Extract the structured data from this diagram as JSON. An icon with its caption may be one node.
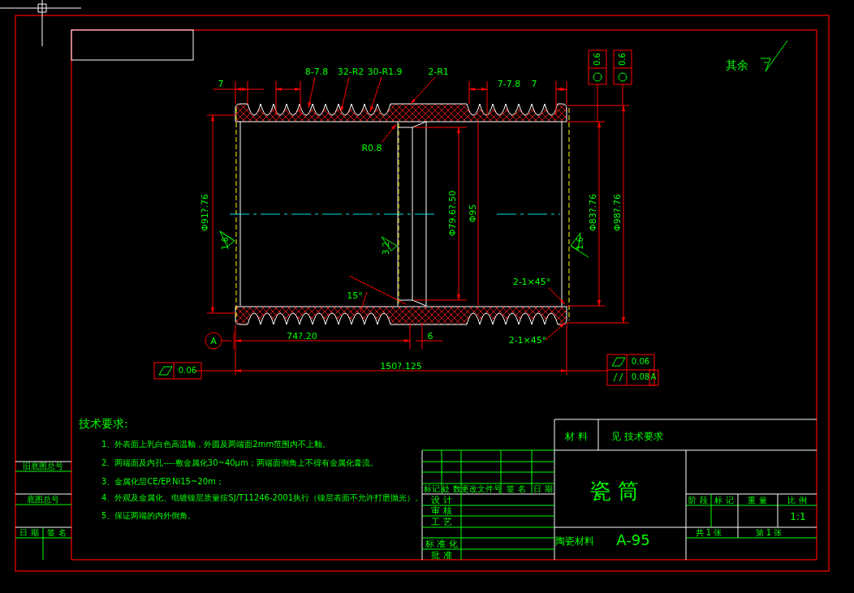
{
  "diagram": {
    "nodes": [
      {
        "text": [
          "8-7.8"
        ]
      },
      {
        "text": [
          "32-R2"
        ]
      },
      {
        "text": [
          "30-R1.9"
        ]
      },
      {
        "text": [
          "2-R1"
        ]
      },
      {
        "text": [
          "R0.8"
        ]
      },
      {
        "text": [
          "2-1×45°"
        ]
      },
      {
        "text": [
          "2-1×45°"
        ]
      }
    ],
    "edges": [
      {
        "from": 0,
        "to": null,
        "arrow": "to"
      },
      {
        "from": 1,
        "to": null,
        "arrow": "to"
      },
      {
        "from": 2,
        "to": null,
        "arrow": "to"
      },
      {
        "from": 3,
        "to": null,
        "arrow": "to"
      },
      {
        "from": 4,
        "to": null,
        "arrow": "to"
      },
      {
        "from": 5,
        "to": null,
        "arrow": "to"
      },
      {
        "from": 6,
        "to": null,
        "arrow": "to"
      }
    ],
    "labels": [
      "0.6",
      "0.6",
      "其余",
      "7",
      "7-7.8",
      "7",
      "Φ91?.76",
      "1.6",
      "3.2",
      "Φ79.6?.50",
      "Φ95",
      "Φ83?.76",
      "Φ98?.76",
      "1.6",
      "15°",
      "A",
      "74?.20",
      "6",
      "150?.125",
      "0.06",
      "0.06",
      "0.08",
      "A",
      "技术要求:",
      "1、外表面上乳白色高温釉，外圆及两端面2mm范围内不上釉。",
      "2、两端面及内孔----敷金属化30~40μm；两端面倒角上不得有金属化膏流。",
      "3、金属化层CE/EP.Ni15~20m；",
      "4、外观及金属化、电镀镍层质量按SJ/T11246-2001执行（镍层表面不允许打磨抛光）。",
      "5、保证两端的内外倒角。",
      "材 料",
      "见 技术要求",
      "瓷 筒",
      "陶瓷材料",
      "A-95",
      "阶 段",
      "标 记",
      "重 量",
      "比 例",
      "1:1",
      "共 1 张",
      "第 1 张",
      "标记",
      "处 数",
      "更改文件号",
      "签 名",
      "日 期",
      "设 计",
      "审 核",
      "工 艺",
      "标 准 化",
      "批 准",
      "旧底图总号",
      "底图总号",
      "日 期",
      "签 名"
    ]
  }
}
